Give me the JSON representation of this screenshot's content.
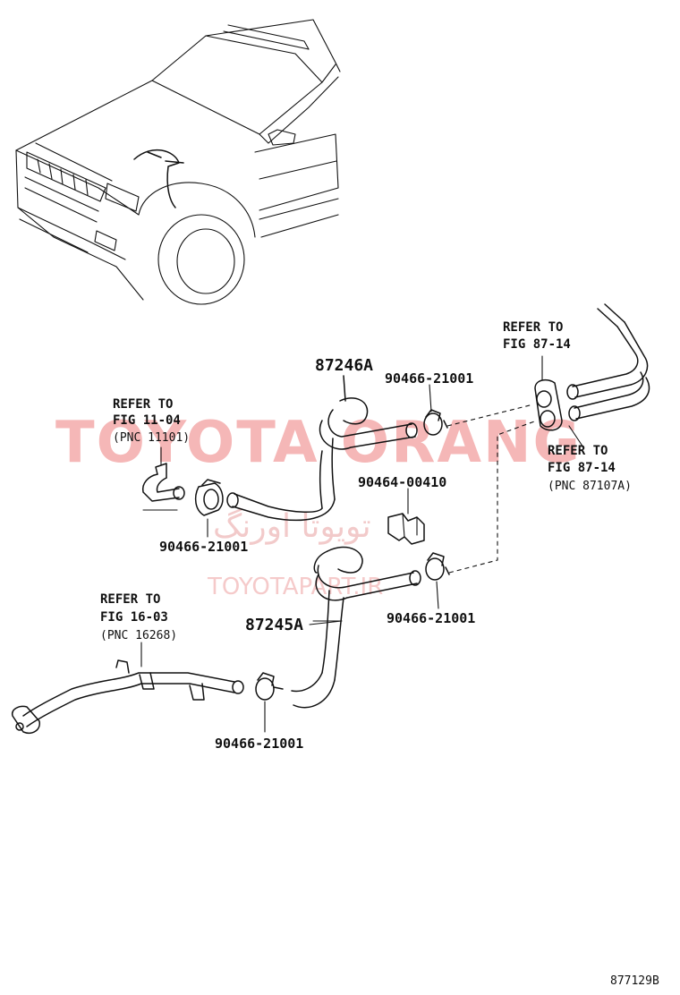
{
  "watermarks": {
    "main": "TOYOTA ORANG",
    "persian": "تویوتا اورنگ",
    "site": "TOYOTAPART.IR"
  },
  "labels": {
    "hose_upper": "87246A",
    "hose_lower": "87245A",
    "clamp_top": "90466-21001",
    "clamp_left": "90466-21001",
    "clamp_right": "90466-21001",
    "clamp_bottom": "90466-21001",
    "clip": "90464-00410"
  },
  "refs": {
    "engine": {
      "refer": "REFER TO",
      "fig": "FIG 11-04",
      "pnc": "(PNC 11101)"
    },
    "pipe": {
      "refer": "REFER TO",
      "fig": "FIG 16-03",
      "pnc": "(PNC 16268)"
    },
    "heater_top": {
      "refer": "REFER TO",
      "fig": "FIG 87-14"
    },
    "heater_right": {
      "refer": "REFER TO",
      "fig": "FIG 87-14",
      "pnc": "(PNC 87107A)"
    }
  },
  "illustration_id": "877129B"
}
